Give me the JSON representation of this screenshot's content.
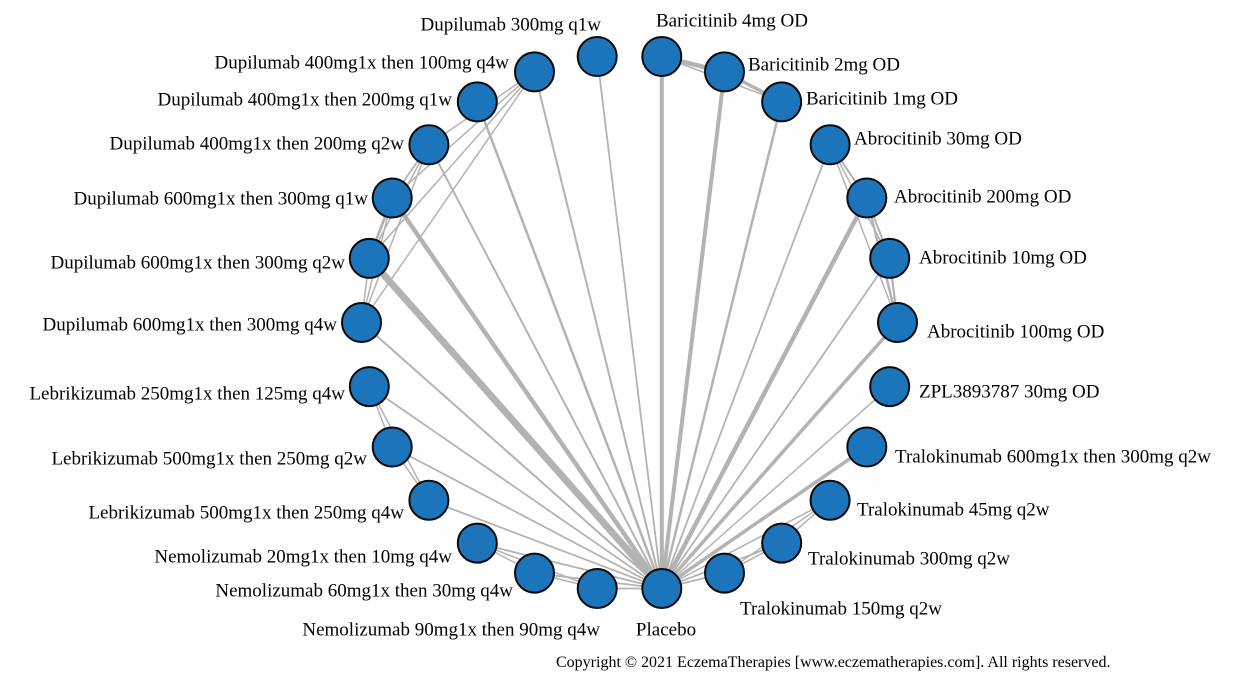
{
  "figure": {
    "type": "network-meta-analysis-plot",
    "background_color": "#ffffff",
    "node_fill_color": "#1c75bb",
    "node_border_color": "#0b0b0b",
    "edge_color": "#b3b3b3",
    "copyright": "Copyright © 2021 EczemaTherapies [www.eczematherapies.com]. All rights reserved."
  },
  "network": {
    "nodes": [
      {
        "label": "Baricitinib 4mg OD"
      },
      {
        "label": "Baricitinib 2mg OD"
      },
      {
        "label": "Baricitinib 1mg OD"
      },
      {
        "label": "Abrocitinib 30mg OD"
      },
      {
        "label": "Abrocitinib 200mg OD"
      },
      {
        "label": "Abrocitinib 10mg OD"
      },
      {
        "label": "Abrocitinib 100mg OD"
      },
      {
        "label": "ZPL3893787 30mg OD"
      },
      {
        "label": "Tralokinumab 600mg1x then 300mg q2w"
      },
      {
        "label": "Tralokinumab 45mg q2w"
      },
      {
        "label": "Tralokinumab 300mg q2w"
      },
      {
        "label": "Tralokinumab 150mg q2w"
      },
      {
        "label": "Placebo"
      },
      {
        "label": "Nemolizumab 90mg1x then 90mg q4w"
      },
      {
        "label": "Nemolizumab 60mg1x then 30mg q4w"
      },
      {
        "label": "Nemolizumab 20mg1x then 10mg q4w"
      },
      {
        "label": "Lebrikizumab 500mg1x then 250mg q4w"
      },
      {
        "label": "Lebrikizumab 500mg1x then 250mg q2w"
      },
      {
        "label": "Lebrikizumab 250mg1x then 125mg q4w"
      },
      {
        "label": "Dupilumab 600mg1x then 300mg q4w"
      },
      {
        "label": "Dupilumab 600mg1x then 300mg q2w"
      },
      {
        "label": "Dupilumab 600mg1x then 300mg q1w"
      },
      {
        "label": "Dupilumab 400mg1x then 200mg q2w"
      },
      {
        "label": "Dupilumab 400mg1x then 200mg q1w"
      },
      {
        "label": "Dupilumab 400mg1x then 100mg q4w"
      },
      {
        "label": "Dupilumab 300mg q1w"
      }
    ],
    "edges": [
      {
        "source": 0,
        "target": 12,
        "width": 4.0
      },
      {
        "source": 1,
        "target": 12,
        "width": 4.0
      },
      {
        "source": 2,
        "target": 12,
        "width": 2.5
      },
      {
        "source": 3,
        "target": 12,
        "width": 1.8
      },
      {
        "source": 4,
        "target": 12,
        "width": 4.5
      },
      {
        "source": 5,
        "target": 12,
        "width": 1.8
      },
      {
        "source": 6,
        "target": 12,
        "width": 3.5
      },
      {
        "source": 7,
        "target": 12,
        "width": 1.5
      },
      {
        "source": 8,
        "target": 12,
        "width": 3.5
      },
      {
        "source": 9,
        "target": 12,
        "width": 1.5
      },
      {
        "source": 10,
        "target": 12,
        "width": 1.8
      },
      {
        "source": 11,
        "target": 12,
        "width": 1.8
      },
      {
        "source": 13,
        "target": 12,
        "width": 1.8
      },
      {
        "source": 14,
        "target": 12,
        "width": 1.8
      },
      {
        "source": 15,
        "target": 12,
        "width": 1.8
      },
      {
        "source": 16,
        "target": 12,
        "width": 1.8
      },
      {
        "source": 17,
        "target": 12,
        "width": 1.8
      },
      {
        "source": 18,
        "target": 12,
        "width": 1.8
      },
      {
        "source": 19,
        "target": 12,
        "width": 2.0
      },
      {
        "source": 20,
        "target": 12,
        "width": 7.0
      },
      {
        "source": 21,
        "target": 12,
        "width": 4.5
      },
      {
        "source": 22,
        "target": 12,
        "width": 2.0
      },
      {
        "source": 23,
        "target": 12,
        "width": 2.5
      },
      {
        "source": 24,
        "target": 12,
        "width": 2.0
      },
      {
        "source": 25,
        "target": 12,
        "width": 1.8
      },
      {
        "source": 0,
        "target": 1,
        "width": 4.5
      },
      {
        "source": 1,
        "target": 2,
        "width": 3.5
      },
      {
        "source": 0,
        "target": 2,
        "width": 1.5
      },
      {
        "source": 3,
        "target": 4,
        "width": 2.0
      },
      {
        "source": 4,
        "target": 5,
        "width": 2.0
      },
      {
        "source": 5,
        "target": 6,
        "width": 2.2
      },
      {
        "source": 3,
        "target": 5,
        "width": 1.5
      },
      {
        "source": 4,
        "target": 6,
        "width": 2.5
      },
      {
        "source": 3,
        "target": 6,
        "width": 1.5
      },
      {
        "source": 9,
        "target": 10,
        "width": 1.5
      },
      {
        "source": 10,
        "target": 11,
        "width": 1.5
      },
      {
        "source": 9,
        "target": 11,
        "width": 1.5
      },
      {
        "source": 13,
        "target": 14,
        "width": 1.5
      },
      {
        "source": 14,
        "target": 15,
        "width": 1.5
      },
      {
        "source": 13,
        "target": 15,
        "width": 1.5
      },
      {
        "source": 16,
        "target": 17,
        "width": 1.5
      },
      {
        "source": 17,
        "target": 18,
        "width": 1.5
      },
      {
        "source": 16,
        "target": 18,
        "width": 1.5
      },
      {
        "source": 19,
        "target": 20,
        "width": 1.5
      },
      {
        "source": 20,
        "target": 21,
        "width": 2.8
      },
      {
        "source": 21,
        "target": 22,
        "width": 1.8
      },
      {
        "source": 19,
        "target": 21,
        "width": 1.5
      },
      {
        "source": 19,
        "target": 22,
        "width": 1.5
      },
      {
        "source": 19,
        "target": 24,
        "width": 1.5
      },
      {
        "source": 20,
        "target": 22,
        "width": 1.5
      },
      {
        "source": 20,
        "target": 24,
        "width": 1.5
      },
      {
        "source": 21,
        "target": 24,
        "width": 1.5
      },
      {
        "source": 22,
        "target": 24,
        "width": 1.5
      }
    ]
  }
}
